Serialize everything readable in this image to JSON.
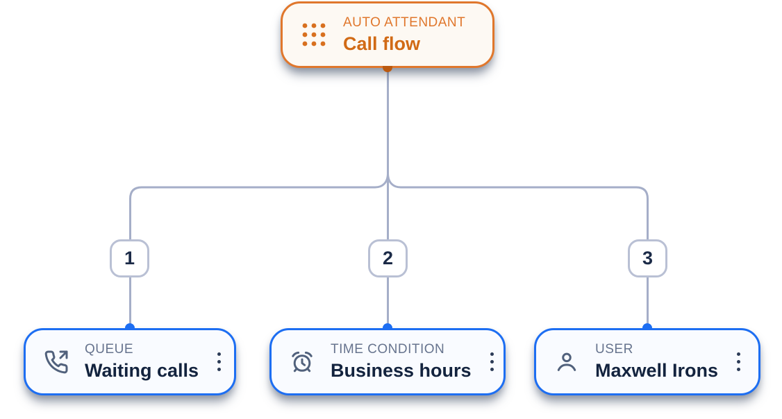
{
  "diagram": {
    "root": {
      "type_label": "AUTO ATTENDANT",
      "title": "Call flow",
      "icon": "dialpad-icon",
      "accent_color": "#e0772c",
      "title_color": "#d16a15",
      "background": "#fdf9f3"
    },
    "branches": [
      {
        "number": "1",
        "type_label": "QUEUE",
        "title": "Waiting calls",
        "icon": "phone-outgoing-icon"
      },
      {
        "number": "2",
        "type_label": "TIME CONDITION",
        "title": "Business hours",
        "icon": "alarm-clock-icon"
      },
      {
        "number": "3",
        "type_label": "USER",
        "title": "Maxwell Irons",
        "icon": "user-icon"
      }
    ],
    "styles": {
      "canvas_background": "#ffffff",
      "child_border_color": "#1d6ef2",
      "child_background": "#f9fbff",
      "child_label_color": "#67748e",
      "child_title_color": "#13233e",
      "icon_stroke_color": "#51617c",
      "kebab_dot_color": "#2c3b57",
      "connector_line_color": "#a5aec8",
      "badge_border_color": "#b9c0d4",
      "badge_text_color": "#1b2a47",
      "root_connector_dot_color": "#bb5a10",
      "child_connector_dot_color": "#1d6ef2"
    }
  }
}
